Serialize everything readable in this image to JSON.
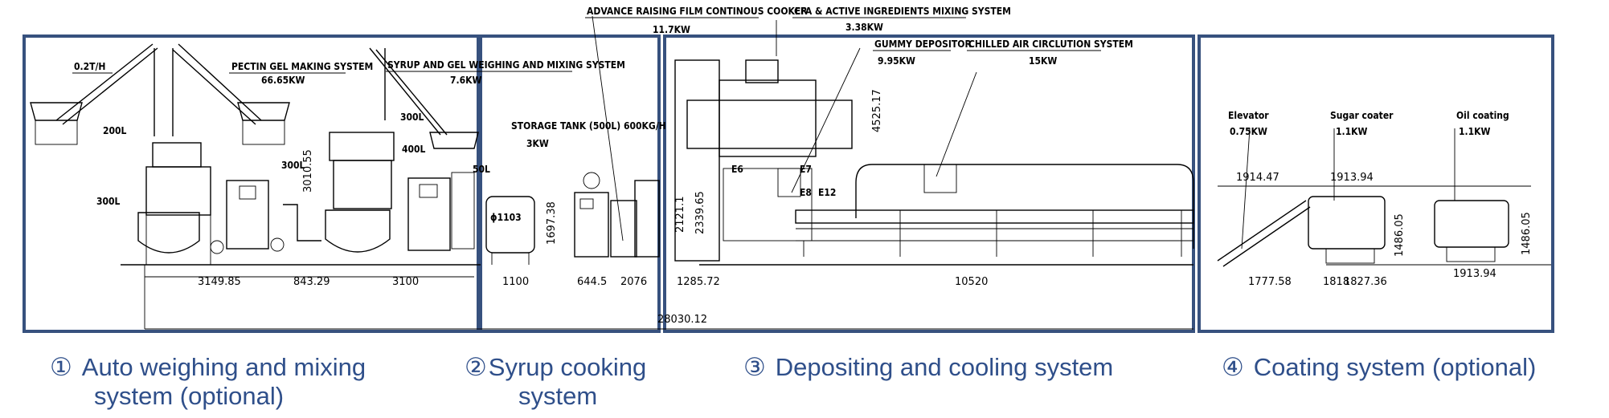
{
  "labels": {
    "feed_rate": "0.2T/H",
    "pectin": "PECTIN GEL MAKING SYSTEM",
    "pectin_kw": "66.65KW",
    "syrup_gel": "SYRUP AND GEL WEIGHING AND MIXING SYSTEM",
    "syrup_gel_kw": "7.6KW",
    "tank_200": "200L",
    "tank_300a": "300L",
    "tank_300b": "300L",
    "tank_300c": "300L",
    "tank_400": "400L",
    "tank_50": "50L",
    "storage_tank": "STORAGE TANK (500L) 600KG/H",
    "storage_kw": "3KW",
    "cooker": "ADVANCE RAISING FILM CONTINOUS COOKER",
    "cooker_kw": "11.7KW",
    "cfa": "CFA & ACTIVE INGREDIENTS MIXING SYSTEM",
    "cfa_kw": "3.38KW",
    "depositor": "GUMMY DEPOSITOR",
    "depositor_kw": "9.95KW",
    "chilled": "CHILLED AIR CIRCLUTION SYSTEM",
    "chilled_kw": "15KW",
    "elevator": "Elevator",
    "elevator_kw": "0.75KW",
    "sugar_coater": "Sugar coater",
    "sugar_coater_kw": "1.1KW",
    "oil_coating": "Oil coating",
    "oil_coating_kw": "1.1KW",
    "phi": "ϕ1103",
    "e6": "E6",
    "e7": "E7",
    "e8": "E8",
    "e12": "E12"
  },
  "dims": {
    "d3149": "3149.85",
    "d843": "843.29",
    "d3100": "3100",
    "d1100": "1100",
    "d644": "644.5",
    "d2076": "2076",
    "d1285": "1285.72",
    "d10520": "10520",
    "d1777": "1777.58",
    "d1818": "1818",
    "d1827": "1827.36",
    "d1914": "1914.47",
    "d1913a": "1913.94",
    "d1913b": "1913.94",
    "d1486a": "1486.05",
    "d1486b": "1486.05",
    "d3010": "3010.55",
    "d1697": "1697.38",
    "d2121": "2121.1",
    "d2339": "2339.65",
    "d4525": "4525.17",
    "total": "28030.12"
  },
  "captions": {
    "c1_num": "①",
    "c1_l1": "Auto weighing and mixing",
    "c1_l2": "system (optional)",
    "c2_num": "②",
    "c2_l1": "Syrup cooking",
    "c2_l2": "system",
    "c3_num": "③",
    "c3_l1": "Depositing and cooling system",
    "c4_num": "④",
    "c4_l1": "Coating system (optional)"
  },
  "colors": {
    "frame": "#37517e",
    "caption": "#2f4f8a"
  }
}
